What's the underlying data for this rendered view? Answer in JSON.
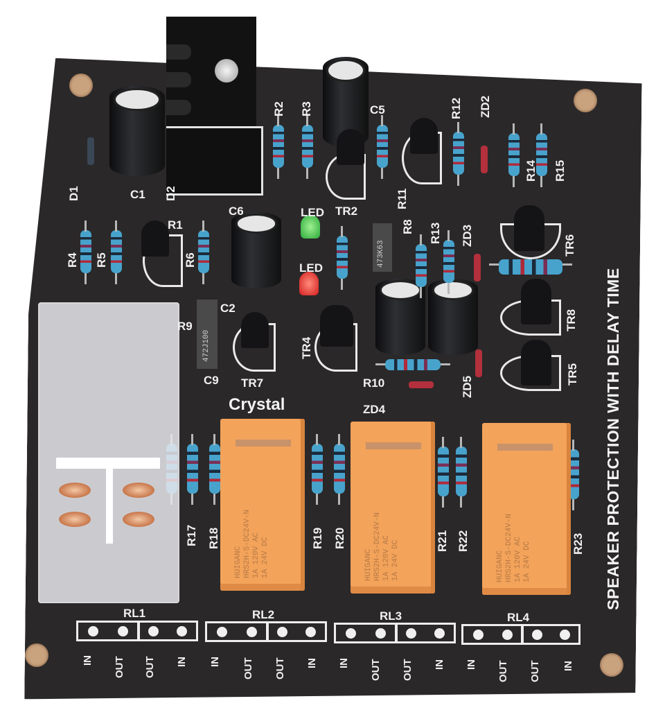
{
  "board": {
    "title": "SPEAKER PROTECTION WITH DELAY TIME",
    "brand": "Crystal",
    "colors": {
      "pcb": "#2a2829",
      "silkscreen": "#f2f2f2",
      "relay": "#f3a35a",
      "resistor": "#48a3cc"
    }
  },
  "labels": {
    "D1": "D1",
    "D2": "D2",
    "C1": "C1",
    "C2": "C2",
    "C5": "C5",
    "C6": "C6",
    "C9": "C9",
    "R1": "R1",
    "R2": "R2",
    "R3": "R3",
    "R4": "R4",
    "R5": "R5",
    "R6": "R6",
    "R8": "R8",
    "R9": "R9",
    "R10": "R10",
    "R11": "R11",
    "R12": "R12",
    "R13": "R13",
    "R14": "R14",
    "R15": "R15",
    "R17": "R17",
    "R18": "R18",
    "R19": "R19",
    "R20": "R20",
    "R21": "R21",
    "R22": "R22",
    "R23": "R23",
    "ZD2": "ZD2",
    "ZD3": "ZD3",
    "ZD4": "ZD4",
    "ZD5": "ZD5",
    "TR2": "TR2",
    "TR4": "TR4",
    "TR5": "TR5",
    "TR6": "TR6",
    "TR7": "TR7",
    "TR8": "TR8",
    "LED1": "LED",
    "LED2": "LED"
  },
  "film_caps": {
    "c_473": "473K63",
    "c_472": "472J100"
  },
  "relays": [
    {
      "label": "RL1",
      "type": "large clear relay"
    },
    {
      "label": "RL2",
      "brand": "HUIGANC",
      "model": "HRS2H-S-DC24V-N",
      "rating1": "1A 120V AC",
      "rating2": "1A 24V DC"
    },
    {
      "label": "RL3",
      "brand": "HUIGANC",
      "model": "HRS2H-S-DC24V-N",
      "rating1": "1A 120V AC",
      "rating2": "1A 24V DC"
    },
    {
      "label": "RL4",
      "brand": "HUIGANC",
      "model": "HRS2H-S-DC24V-N",
      "rating1": "1A 120V AC",
      "rating2": "1A 24V DC"
    }
  ],
  "pins": {
    "in": "IN",
    "out": "OUT"
  }
}
